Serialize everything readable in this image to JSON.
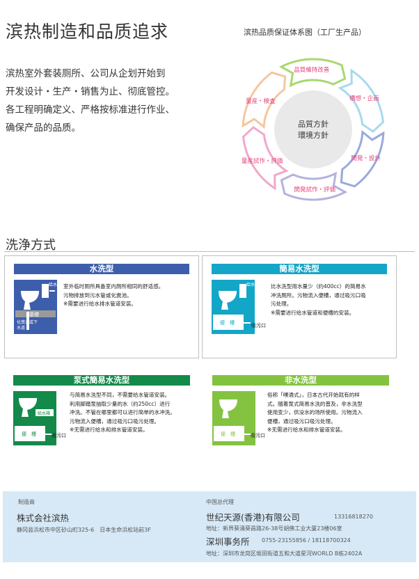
{
  "header": {
    "title": "滨热制造和品质追求",
    "intro_lines": [
      "滨热室外套装厕所、公司从企划开始到",
      "开发设计・生产・销售为止、彻底管控。",
      "各工程明确定义、严格按标准进行作业、",
      "确保产品的品质。"
    ]
  },
  "cycle": {
    "title": "滨热品质保证体系图（工厂生产品）",
    "center_lines": [
      "品質方針",
      "環境方針"
    ],
    "steps": [
      "品質維持改善",
      "構想・企画",
      "開発・設計",
      "開発試作・評価",
      "量産試作・評価",
      "量産・検査"
    ],
    "colors": [
      "#a8d86e",
      "#a7d9ef",
      "#9aa9dc",
      "#b3b3df",
      "#f0a8cb",
      "#f6c69e"
    ]
  },
  "section": {
    "title": "洗浄方式"
  },
  "cards": [
    {
      "title": "水洗型",
      "color": "#3d5eab",
      "icon": {
        "name": "flush-toilet-icon",
        "tag": "給水",
        "base": "基礎",
        "drain": "化粪池或下水道"
      },
      "lines": [
        "室外临时厕所具备室内厕所相同的舒适感。",
        "污物排放到污水管或化粪池。",
        "※需要进行给水排水管道安装。"
      ]
    },
    {
      "title": "簡易水洗型",
      "color": "#13a6c7",
      "icon": {
        "name": "simple-flush-toilet-icon",
        "tag": "給水",
        "tank": "便　槽",
        "outlet": "吸污口"
      },
      "lines": [
        "比水洗型用水量少（约400cc）的简易水",
        "冲洗厕所。污物流入便槽，通过吸污口吸",
        "污处理。",
        "※需要进行给水管道和便槽的安装。"
      ]
    },
    {
      "title": "泵式簡易水洗型",
      "color": "#138a4a",
      "icon": {
        "name": "pump-toilet-icon",
        "tag": "給水箱",
        "tank": "便　槽",
        "outlet": "吸污口"
      },
      "lines": [
        "与简易水洗型不同，不需要给水管道安装。",
        "利用脚踏泵抽取少量的水（约250cc）进行",
        "冲洗。不管在哪里都可以进行简单的水冲洗。",
        "污物流入便槽，通过吸污口吸污处理。",
        "※无需进行给水和排水管道安装。"
      ]
    },
    {
      "title": "非水洗型",
      "color": "#83c340",
      "icon": {
        "name": "non-flush-toilet-icon",
        "tank": "便　槽",
        "outlet": "吸污口"
      },
      "lines": [
        "俗称「噗通式」，日本古代开始就有的样",
        "式。随着泵式简易水洗的普及，非水洗型",
        "使用变少，供没水的场所使用。污物流入",
        "便槽，通过吸污口吸污处理。",
        "※无需进行给水和排水管道安装。"
      ]
    }
  ],
  "footer": {
    "maker_label": "制造商",
    "maker_name": "株式会社滨热",
    "maker_address": "静冈县浜松市中区砂山町325-6　日本生命浜松站前3F",
    "agent_label": "中国总代理",
    "agent_name": "世纪天源(香港)有限公司",
    "agent_phone": "13316818270",
    "agent_address": "地址：新界葵涌葵昌路26-38号胡佛工业大厦23楼06室",
    "office_name": "深圳事务所",
    "office_phone": "0755-23155856 / 18118700324",
    "office_address": "地址：深圳市龙岗区坂田街道五和大道星河WORLD B栋2402A"
  }
}
